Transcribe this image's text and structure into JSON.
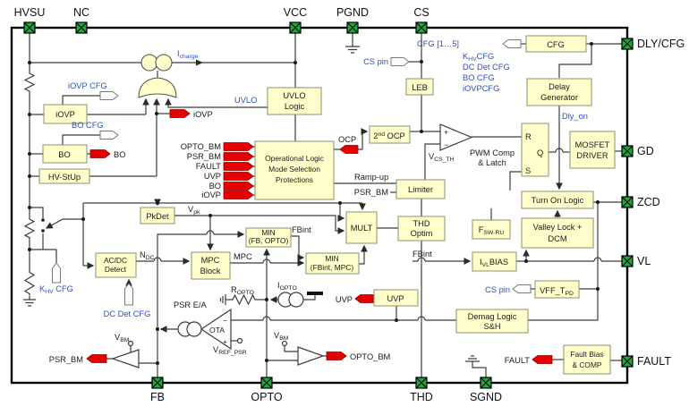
{
  "title": "Controller IC block diagram",
  "colors": {
    "block_fill": "#ffffcb",
    "block_border": "#8f8f6f",
    "flag_red": "#e60000",
    "pin_green": "#21a63c",
    "label_blue": "#2f4fc0",
    "wire": "#3c3c3c"
  },
  "pins": {
    "top": [
      "HVSU",
      "NC",
      "VCC",
      "PGND",
      "CS"
    ],
    "right": [
      "DLY/CFG",
      "GD",
      "ZCD",
      "VL",
      "FAULT"
    ],
    "bottom": [
      "FB",
      "OPTO",
      "THD",
      "SGND"
    ]
  },
  "blocks": {
    "iovp": "iOVP",
    "bo": "BO",
    "hv_stup": "HV-StUp",
    "uvlo_1": "UVLO",
    "uvlo_2": "Logic",
    "leb": "LEB",
    "cfg": "CFG",
    "delay_1": "Delay",
    "delay_2": "Generator",
    "oplogic_1": "Operational Logic",
    "oplogic_2": "Mode Selection",
    "oplogic_3": "Protections",
    "ocp2_pre": "2",
    "ocp2_sup": "nd",
    "ocp2_post": " OCP",
    "limiter": "Limiter",
    "thd_1": "THD",
    "thd_2": "Optim",
    "mult": "MULT",
    "pkdet": "PkDet",
    "minfb_1": "MIN",
    "minfb_2": "(FB, OPTO)",
    "acdc_1": "AC/DC",
    "acdc_2": "Detect",
    "mpc_1": "MPC",
    "mpc_2": "Block",
    "minfbint_1": "MIN",
    "minfbint_2": "(FBint, MPC)",
    "uvp": "UVP",
    "latch_r": "R",
    "latch_q": "Q",
    "latch_s": "S",
    "mosfet_1": "MOSFET",
    "mosfet_2": "DRIVER",
    "turnon": "Turn On Logic",
    "fswru_pre": "F",
    "fswru_sub": "SW-RU",
    "valley_1": "Valley Lock +",
    "valley_2": "DCM",
    "ivlbias_pre": "I",
    "ivlbias_sub": "VL",
    "ivlbias_post": "BIAS",
    "vff_pre": "VFF_T",
    "vff_sub": "PD",
    "demag_1": "Demag Logic",
    "demag_2": "S&H",
    "faultbias_1": "Fault Bias",
    "faultbias_2": "& COMP"
  },
  "flags": {
    "inputs": [
      "OPTO_BM",
      "PSR_BM",
      "FAULT",
      "UVP",
      "BO",
      "iOVP"
    ],
    "iovp_out": "iOVP",
    "bo_out": "BO",
    "ocp": "OCP",
    "uvp_in": "UVP",
    "fault_in": "FAULT",
    "psr_bm_out": "PSR_BM",
    "opto_bm_out": "OPTO_BM"
  },
  "config": {
    "iovp_cfg": "iOVP CFG",
    "bo_cfg": "BO CFG",
    "cs_pin_top": "CS pin",
    "cs_pin_vff": "CS pin",
    "cfg_list_title": "CFG [1…5]",
    "khv_pre": "K",
    "khv_sub": "HV",
    "khv_post": "CFG",
    "dcdet_list": "DC Det CFG",
    "bo_cfg_list": "BO CFG",
    "iovpcfg_list": "iOVPCFG",
    "khv2_pre": "K",
    "khv2_sub": "HV",
    "khv2_post": " CFG",
    "dcdet_flag": "DC Det CFG"
  },
  "signals": {
    "icharge_pre": "I",
    "icharge_sub": "charge",
    "uvlo": "UVLO",
    "dly_on": "Dly_on",
    "vcsth_pre": "V",
    "vcsth_sub": "CS_TH",
    "rampup": "Ramp-up",
    "psr_bm_lim": "PSR_BM",
    "vpk_pre": "V",
    "vpk_sub": "pk",
    "ndc_pre": "N",
    "ndc_sub": "DC",
    "mpc": "MPC",
    "fbint_1": "FBint",
    "fbint_2": "FBint",
    "pwm_1": "PWM Comp",
    "pwm_2": "& Latch",
    "psrea": "PSR E/A",
    "ota": "OTA",
    "vrefpsr_pre": "V",
    "vrefpsr_sub": "REF_PSR",
    "vbm_pre": "V",
    "vbm_sub": "BM",
    "ropto_pre": "R",
    "ropto_sub": "OPTO",
    "iopto_pre": "I",
    "iopto_sub": "OPTO"
  }
}
